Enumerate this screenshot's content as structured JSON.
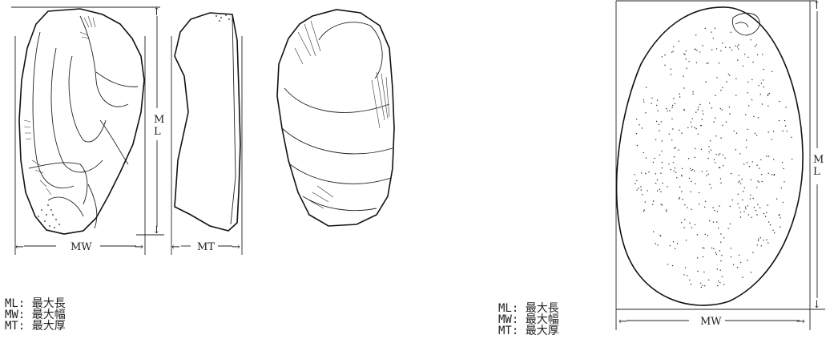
{
  "left_figure": {
    "label_ml_m": "M",
    "label_ml_l": "L",
    "label_mw": "MW",
    "label_mt": "MT"
  },
  "right_figure": {
    "label_ml_m": "M",
    "label_ml_l": "L",
    "label_mw": "MW"
  },
  "arrows": {
    "up": "↑",
    "down": "↓",
    "left": "←",
    "right": "→"
  },
  "legend_left": {
    "line1": "ML: 最大長",
    "line2": "MW: 最大幅",
    "line3": "MT: 最大厚"
  },
  "legend_right": {
    "line1": "ML: 最大長",
    "line2": "MW: 最大幅",
    "line3": "MT: 最大厚"
  }
}
